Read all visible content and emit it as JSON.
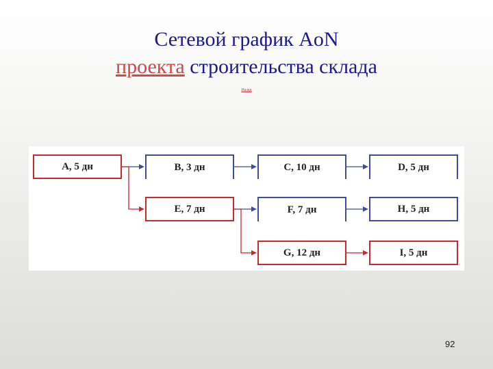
{
  "slide": {
    "title_line1": "Сетевой график AoN",
    "title_link": "проекта",
    "title_rest": " строительства склада",
    "tiny_link": "Назад",
    "page_number": "92"
  },
  "colors": {
    "title": "#1a1a8c",
    "link": "#d04848",
    "critical": "#c62a2a",
    "normal": "#3c4e9a"
  },
  "nodes": [
    {
      "id": "A",
      "label": "A, 5 дн",
      "critical": true
    },
    {
      "id": "B",
      "label": "B, 3 дн",
      "critical": false
    },
    {
      "id": "C",
      "label": "C, 10 дн",
      "critical": false
    },
    {
      "id": "D",
      "label": "D, 5 дн",
      "critical": false
    },
    {
      "id": "E",
      "label": "E, 7 дн",
      "critical": true
    },
    {
      "id": "F",
      "label": "F, 7 дн",
      "critical": false
    },
    {
      "id": "H",
      "label": "H, 5 дн",
      "critical": false
    },
    {
      "id": "G",
      "label": "G, 12 дн",
      "critical": true
    },
    {
      "id": "I",
      "label": "I, 5 дн",
      "critical": true
    }
  ],
  "edges": [
    {
      "from": "A",
      "to": "B",
      "critical": false
    },
    {
      "from": "A",
      "to": "E",
      "critical": true
    },
    {
      "from": "B",
      "to": "C",
      "critical": false
    },
    {
      "from": "C",
      "to": "D",
      "critical": false
    },
    {
      "from": "E",
      "to": "F",
      "critical": false
    },
    {
      "from": "E",
      "to": "G",
      "critical": true
    },
    {
      "from": "F",
      "to": "H",
      "critical": false
    },
    {
      "from": "G",
      "to": "I",
      "critical": true
    }
  ]
}
